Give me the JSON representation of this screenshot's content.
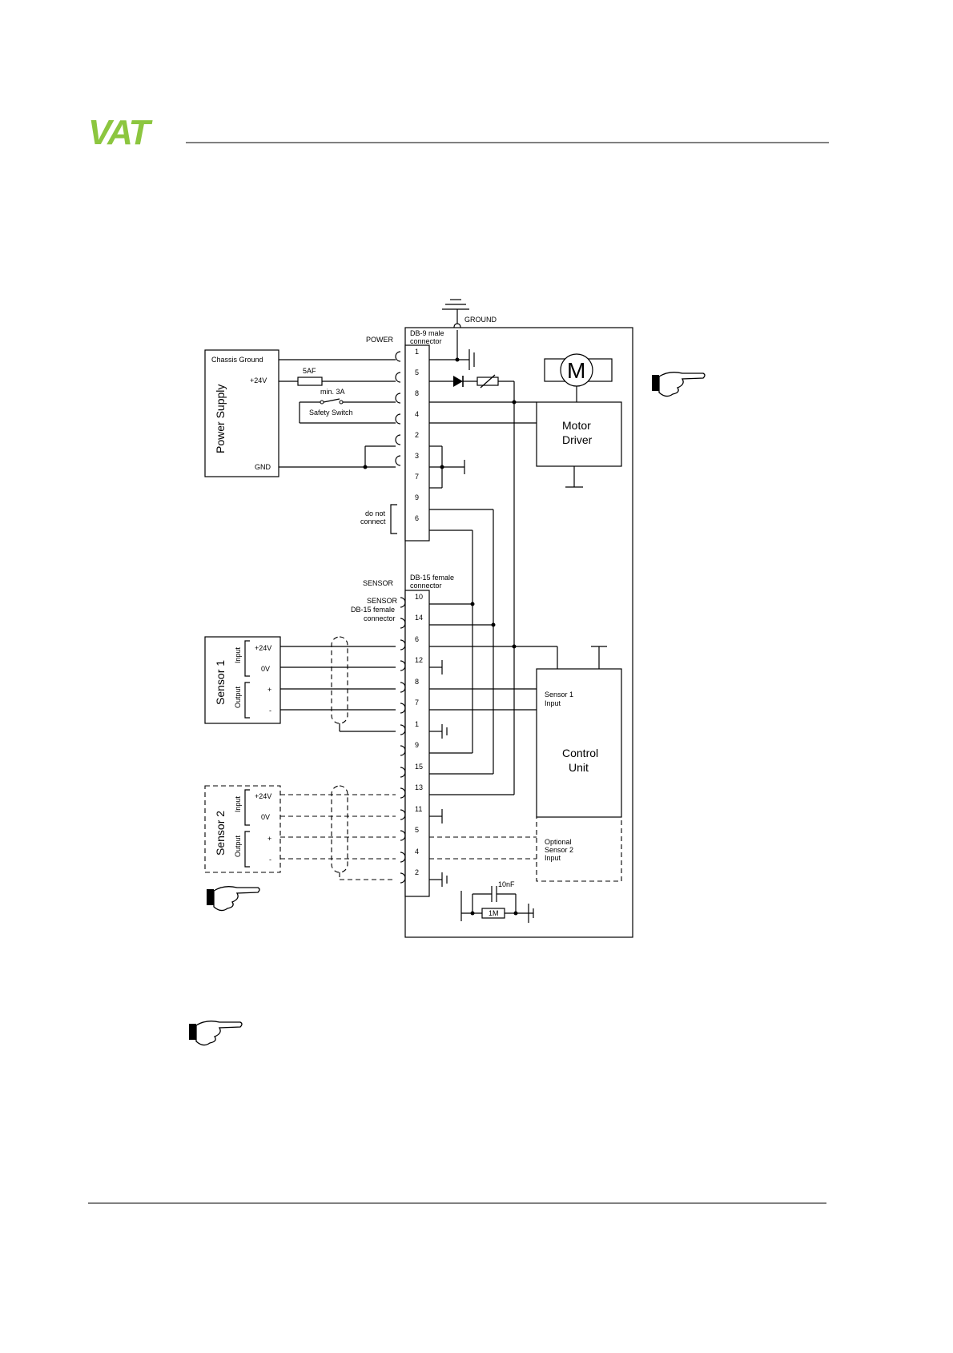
{
  "brand": {
    "logo_text": "VAT",
    "logo_color": "#8cc63f"
  },
  "labels": {
    "ground": "GROUND",
    "power": "POWER",
    "db9": [
      "DB-9 male",
      "connector"
    ],
    "chassis_ground": "Chassis Ground",
    "plus24v": "+24V",
    "gnd": "GND",
    "power_supply": "Power Supply",
    "fuse": "5AF",
    "min3a": "min. 3A",
    "safety_switch": "Safety Switch",
    "motor": "M",
    "motor_driver": [
      "Motor",
      "Driver"
    ],
    "do_not_connect": [
      "do not",
      "connect"
    ],
    "sensor": "SENSOR",
    "db15": [
      "DB-15 female",
      "connector"
    ],
    "sensor_db15": [
      "SENSOR",
      "DB-15 female",
      "connector"
    ],
    "sensor1": "Sensor 1",
    "sensor2": "Sensor 2",
    "input": "Input",
    "output": "Output",
    "zero_v": "0V",
    "plus": "+",
    "minus": "-",
    "sensor1_input": [
      "Sensor 1",
      "Input"
    ],
    "control_unit": [
      "Control",
      "Unit"
    ],
    "optional_sensor2": [
      "Optional",
      "Sensor 2",
      "Input"
    ],
    "cap": "10nF",
    "resistor": "1M"
  },
  "db9_pins": [
    "1",
    "5",
    "8",
    "4",
    "2",
    "3",
    "7",
    "9",
    "6"
  ],
  "db15_pins": [
    "10",
    "14",
    "6",
    "12",
    "8",
    "7",
    "1",
    "9",
    "15",
    "13",
    "11",
    "5",
    "4",
    "2"
  ]
}
